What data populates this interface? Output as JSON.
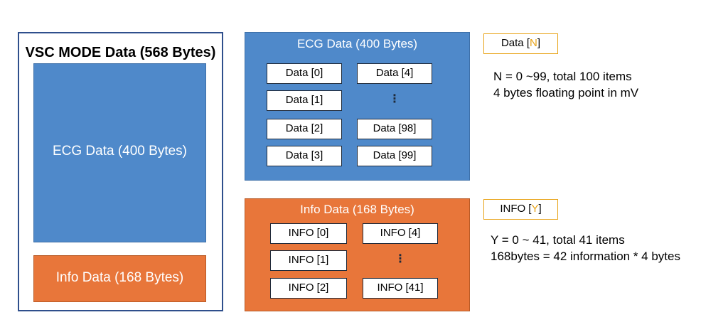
{
  "left_panel": {
    "title": "VSC MODE Data (568 Bytes)",
    "ecg_label": "ECG Data (400 Bytes)",
    "info_label": "Info Data (168 Bytes)"
  },
  "ecg_panel": {
    "title": "ECG Data (400 Bytes)",
    "left_col": [
      "Data [0]",
      "Data [1]",
      "Data [2]",
      "Data [3]"
    ],
    "right_col": [
      "Data [4]",
      "⋮",
      "Data [98]",
      "Data [99]"
    ]
  },
  "info_panel": {
    "title": "Info Data (168 Bytes)",
    "left_col": [
      "INFO [0]",
      "INFO [1]",
      "INFO [2]"
    ],
    "right_col": [
      "INFO [4]",
      "⋮",
      "INFO [41]"
    ]
  },
  "ecg_tag": {
    "prefix": "Data [",
    "var": "N",
    "suffix": "]"
  },
  "ecg_notes": [
    "N = 0 ~99, total 100 items",
    "4 bytes floating point in mV"
  ],
  "info_tag": {
    "prefix": "INFO [",
    "var": "Y",
    "suffix": "]"
  },
  "info_notes": [
    "Y = 0 ~ 41, total 41 items",
    "168bytes = 42 information * 4 bytes"
  ],
  "colors": {
    "ecg_blue": "#4F89CA",
    "info_orange": "#E8763A",
    "frame_navy": "#2F4F8C",
    "tag_gold": "#E8A317"
  }
}
